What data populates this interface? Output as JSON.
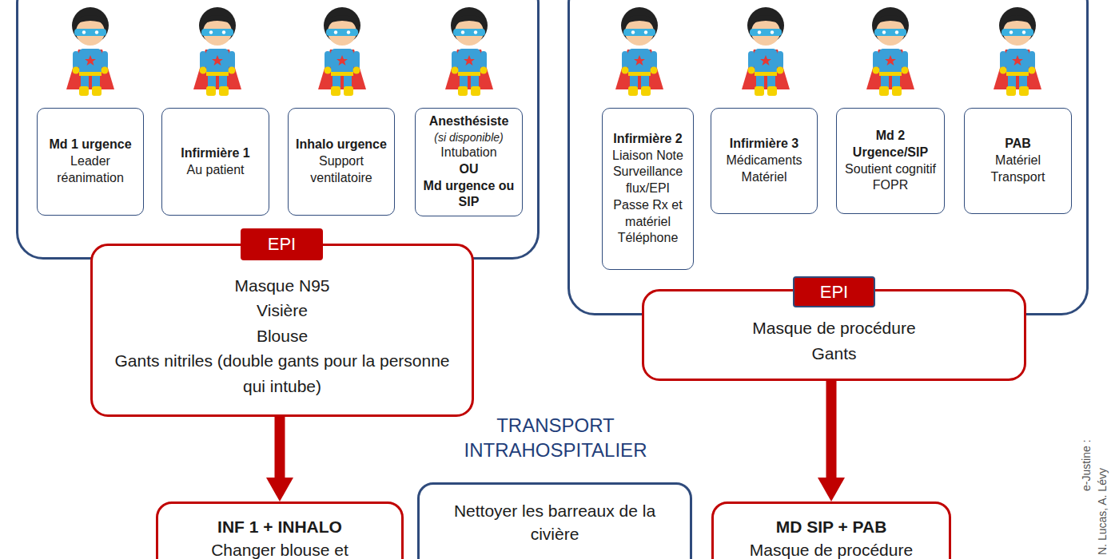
{
  "diagram": {
    "nodes": [
      {
        "text": []
      },
      {
        "text": [
          "Md 1 urgence",
          "Leader réanimation"
        ],
        "in": 0
      },
      {
        "text": [
          "Infirmière 1",
          "Au patient"
        ],
        "in": 0
      },
      {
        "text": [
          "Inhalo urgence",
          "Support ventilatoire"
        ],
        "in": 0
      },
      {
        "text": [
          "Anesthésiste",
          "(si disponible)",
          "Intubation",
          "OU",
          "Md urgence ou SIP"
        ],
        "in": 0
      },
      {
        "text": [
          "EPI",
          "Masque N95",
          "Visière",
          "Blouse",
          "Gants nitriles (double gants pour la personne qui intube)"
        ]
      },
      {
        "text": []
      },
      {
        "text": [
          "Infirmière 2",
          "Liaison Note Surveillance flux/EPI Passe Rx et matériel Téléphone"
        ],
        "in": 6
      },
      {
        "text": [
          "Infirmière 3",
          "Médicaments Matériel"
        ],
        "in": 6
      },
      {
        "text": [
          "Md 2 Urgence/SIP",
          "Soutient cognitif FOPR"
        ],
        "in": 6
      },
      {
        "text": [
          "PAB",
          "Matériel Transport"
        ],
        "in": 6
      },
      {
        "text": [
          "EPI",
          "Masque de procédure",
          "Gants"
        ]
      },
      {
        "text": [
          "INF 1 + INHALO",
          "Changer blouse et"
        ]
      },
      {
        "text": [
          "Nettoyer les barreaux de la civière"
        ]
      },
      {
        "text": [
          "MD SIP + PAB",
          "Masque de procédure"
        ]
      }
    ],
    "edges": [
      {
        "from": 5,
        "to": 12,
        "arrow": "to"
      },
      {
        "from": 11,
        "to": 14,
        "arrow": "to"
      }
    ],
    "labels": [
      "TRANSPORT INTRAHOSPITALIER",
      "e-Justine :",
      "N. Lucas, A. Lévy"
    ]
  }
}
